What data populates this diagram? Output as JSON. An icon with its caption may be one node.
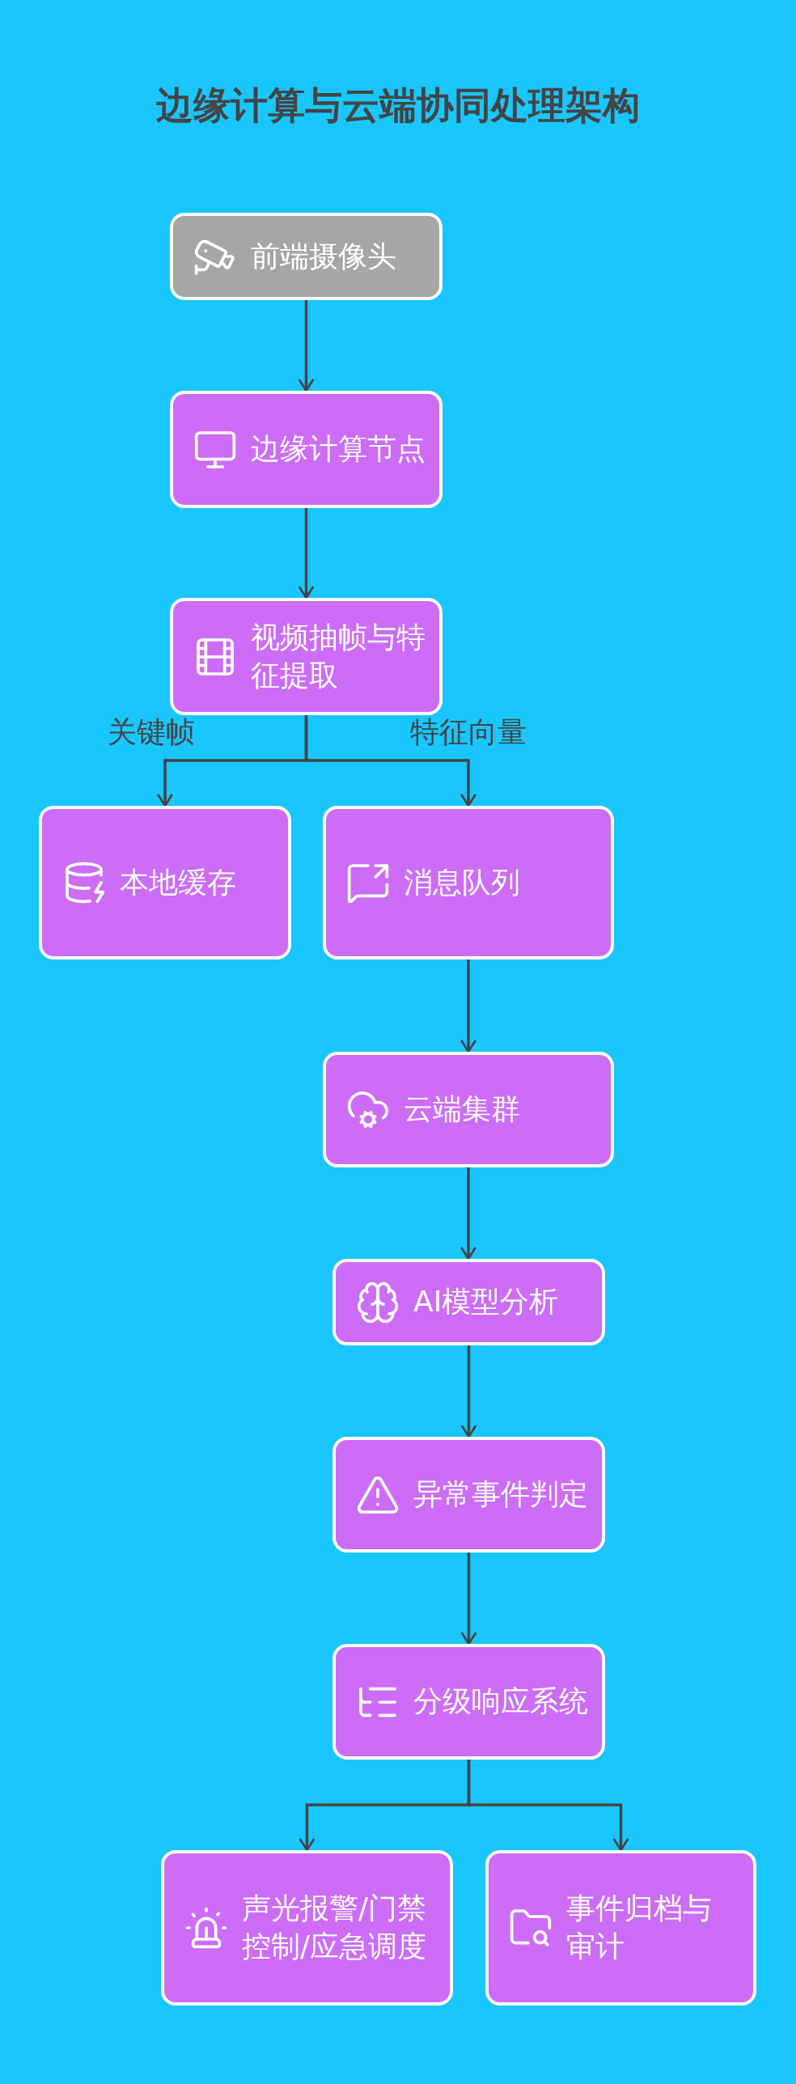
{
  "diagram": {
    "title": "边缘计算与云端协同处理架构",
    "nodes": [
      {
        "text": [
          "前端摄像头"
        ]
      },
      {
        "text": [
          "边缘计算节点"
        ]
      },
      {
        "text": [
          "视频抽帧与特征提取"
        ]
      },
      {
        "text": [
          "本地缓存"
        ]
      },
      {
        "text": [
          "消息队列"
        ]
      },
      {
        "text": [
          "云端集群"
        ]
      },
      {
        "text": [
          "AI模型分析"
        ]
      },
      {
        "text": [
          "异常事件判定"
        ]
      },
      {
        "text": [
          "分级响应系统"
        ]
      },
      {
        "text": [
          "声光报警/门禁控制/应急调度"
        ]
      },
      {
        "text": [
          "事件归档与审计"
        ]
      }
    ],
    "edges": [
      {
        "from": 0,
        "to": 1,
        "arrow": "to"
      },
      {
        "from": 1,
        "to": 2,
        "arrow": "to"
      },
      {
        "from": 2,
        "to": 3,
        "arrow": "to",
        "label": "关键帧"
      },
      {
        "from": 2,
        "to": 4,
        "arrow": "to",
        "label": "特征向量"
      },
      {
        "from": 4,
        "to": 5,
        "arrow": "to"
      },
      {
        "from": 5,
        "to": 6,
        "arrow": "to"
      },
      {
        "from": 6,
        "to": 7,
        "arrow": "to"
      },
      {
        "from": 7,
        "to": 8,
        "arrow": "to"
      },
      {
        "from": 8,
        "to": 9,
        "arrow": "to"
      },
      {
        "from": 8,
        "to": 10,
        "arrow": "to"
      }
    ]
  }
}
